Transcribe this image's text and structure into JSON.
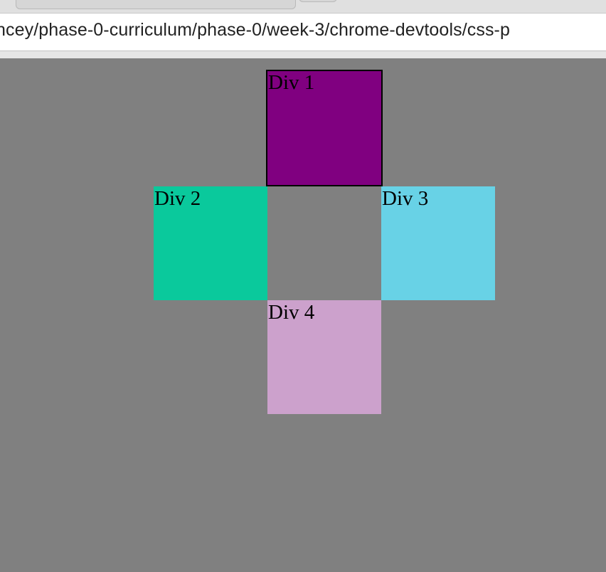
{
  "browser": {
    "url": "ncey/phase-0-curriculum/phase-0/week-3/chrome-devtools/css-p"
  },
  "page": {
    "background": "#808080",
    "boxes": [
      {
        "label": "Div 1",
        "color": "#800080"
      },
      {
        "label": "Div 2",
        "color": "#0ac99c"
      },
      {
        "label": "Div 3",
        "color": "#68d2e6"
      },
      {
        "label": "Div 4",
        "color": "#cca1cc"
      }
    ]
  }
}
